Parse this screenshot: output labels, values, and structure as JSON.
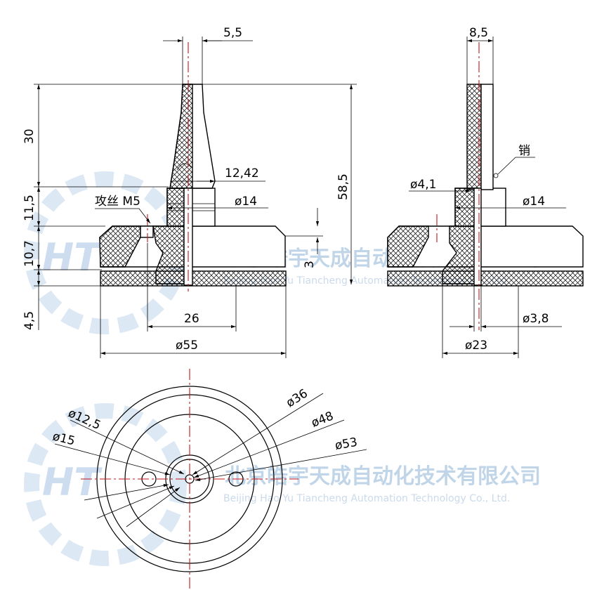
{
  "front_view": {
    "dims": {
      "tip_width": "5,5",
      "total_height": "58,5",
      "tip_height": "30",
      "collar_height": "11,5",
      "flange_height": "10,7",
      "base_height": "4,5",
      "collar_width": "12,42",
      "collar_dia": "ø14",
      "recess_depth": "3",
      "hole_spacing": "26",
      "base_dia": "ø55"
    },
    "thread_note": "攻丝 M5"
  },
  "side_view": {
    "dims": {
      "blade_width": "8,5",
      "pin_dia": "ø4,1",
      "collar_dia": "ø14",
      "bore_dia": "ø3,8",
      "base_dia": "ø23"
    },
    "pin_note": "销"
  },
  "top_view": {
    "dims": {
      "d_inner": "ø12,5",
      "d_hub": "ø15",
      "d_mid": "ø36",
      "d_outer_ring": "ø48",
      "d_outer": "ø53"
    }
  },
  "watermark": {
    "logo": "HT",
    "company_cn": "北京皓宇天成自动化技术有限公司",
    "company_en": "Beijing Hao Yu Tiancheng Automation Technology Co., Ltd."
  },
  "colors": {
    "line": "#000000",
    "centerline": "#c0171c",
    "watermark": "#8fb3d6"
  }
}
